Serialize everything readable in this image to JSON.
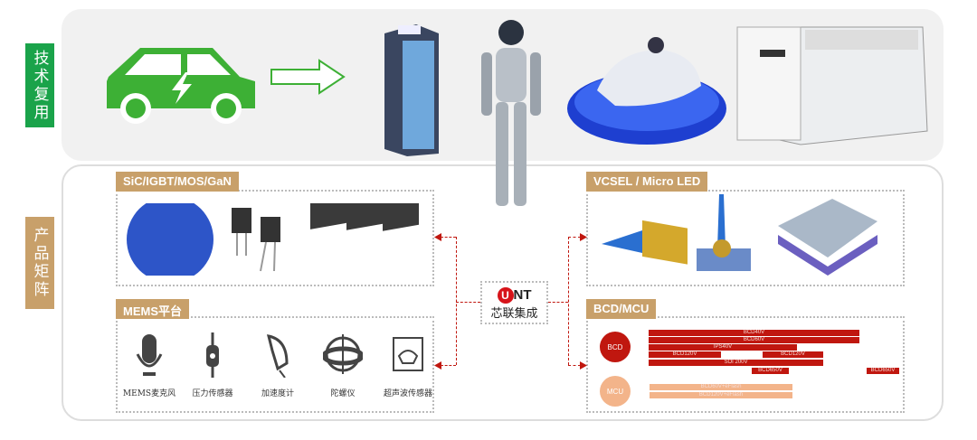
{
  "side_tags": {
    "top": "技术复用",
    "bottom": "产品矩阵"
  },
  "sections": {
    "power": "SiC/IGBT/MOS/GaN",
    "vcsel": "VCSEL / Micro LED",
    "mems": "MEMS平台",
    "bcd": "BCD/MCU"
  },
  "mems_items": [
    "MEMS麦克风",
    "压力传感器",
    "加速度计",
    "陀螺仪",
    "超声波传感器"
  ],
  "logo": {
    "brand": "UNT",
    "name": "芯联集成"
  },
  "bcd": {
    "bcd_label": "BCD",
    "mcu_label": "MCU",
    "bcd_bars": [
      "BCD40V",
      "BCD60V",
      "IPS40V",
      "BCD120V",
      "BCD120V",
      "SOI 200V",
      "BCD650V",
      "BCD650V"
    ],
    "mcu_bars": [
      "BCD60V+eFlash",
      "BCD120V+eFlash"
    ]
  },
  "colors": {
    "green": "#1aa34a",
    "gold": "#c8a06a",
    "bcd_red": "#c0170f",
    "mcu_orange": "#f3b48a"
  }
}
